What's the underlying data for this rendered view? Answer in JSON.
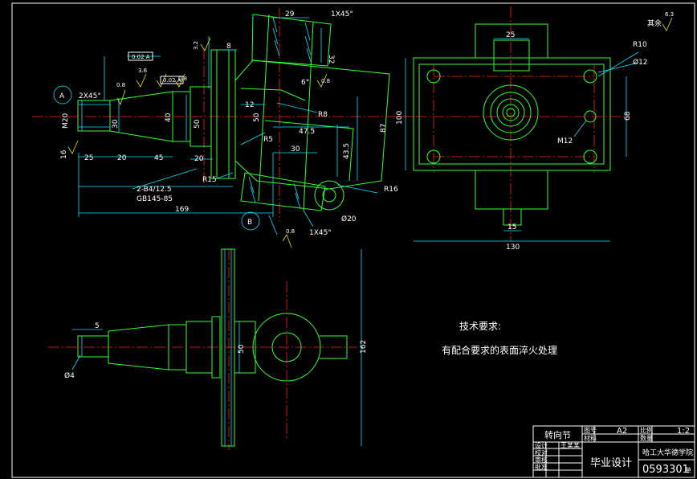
{
  "drawing": {
    "dims": {
      "d29": "29",
      "chamfer_top": "1X45°",
      "d8": "8",
      "d32v": "32",
      "d32": "3.2",
      "d08a": "0.8",
      "d08b": "0.8",
      "d08c": "0.8",
      "d08d": "0.8",
      "d36": "3.6",
      "d6deg": "6°",
      "d2x45": "2X45°",
      "dM20": "M20",
      "d30": "30",
      "d40": "40",
      "d50a": "50",
      "d50b": "50",
      "d12": "12",
      "dR8": "R8",
      "dR5": "R5",
      "d475": "47.5",
      "d87": "87",
      "d435": "43.5",
      "d30b": "30",
      "d16": "16",
      "d25": "25",
      "d20a": "20",
      "d45": "45",
      "d20b": "20",
      "dR15": "R15",
      "dR16": "R16",
      "d_b4": "2-B4/12.5",
      "d_gb": "GB145-85",
      "d169": "169",
      "dphi20": "Ø20",
      "d1x45": "1X45°",
      "d25top": "25",
      "dR10": "R10",
      "dphi12": "Ø12",
      "d100": "100",
      "d68": "68",
      "dM12": "M12",
      "d15": "15",
      "d130": "130",
      "d5": "5",
      "d50c": "50",
      "d162": "162",
      "dphi4": "Ø4",
      "d63": "6.3",
      "rest": "其余",
      "tol_box1": "0.02 A",
      "tol_box2": "0.02 A"
    },
    "labels": {
      "A": "A",
      "B": "B"
    }
  },
  "notes": {
    "title": "技术要求:",
    "line1": "有配合要求的表面淬火处理"
  },
  "title_block": {
    "part_name": "转向节",
    "project": "毕业设计",
    "school": "哈工大华德学院",
    "student_id": "0593301",
    "sheet_label": "图号",
    "sheet_value": "A2",
    "qty_label": "材料",
    "scale_label": "比例",
    "scale_value": "1:2",
    "count_label": "数量",
    "drafter": "设计",
    "checker": "审核",
    "approver": "批准",
    "reviewer": "校对",
    "name1": "王某某",
    "extra": "单"
  }
}
